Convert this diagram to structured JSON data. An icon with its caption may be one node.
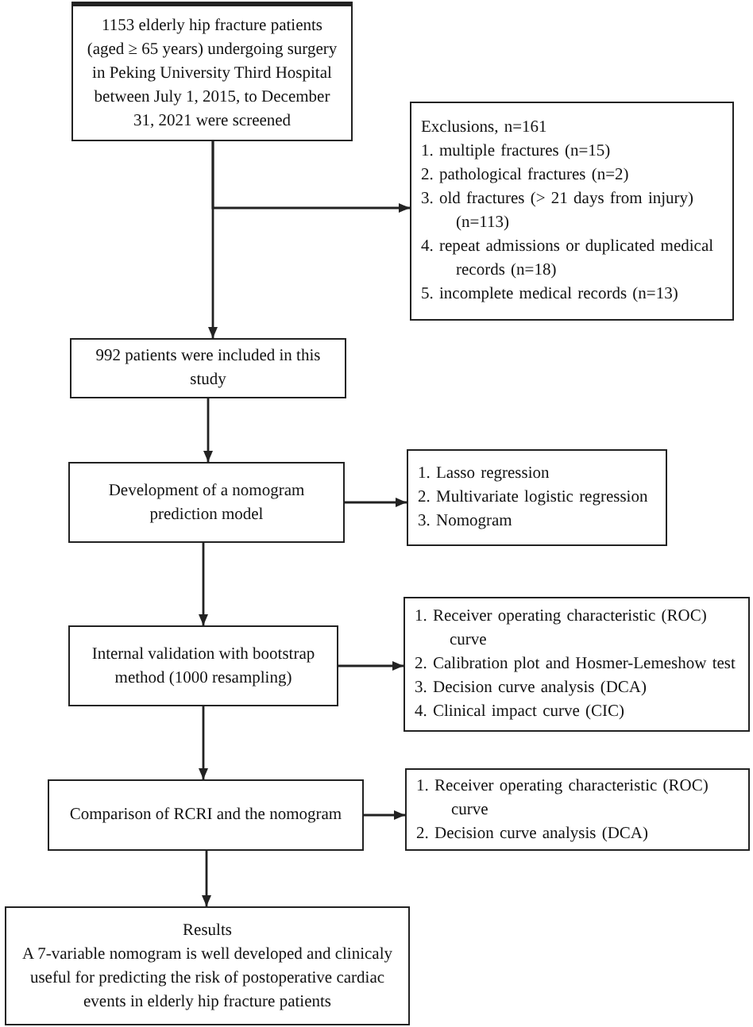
{
  "diagram": {
    "nodes": [
      {
        "text": [
          "1153 elderly hip fracture patients (aged ≥ 65 years) undergoing surgery in Peking University Third Hospital between July 1, 2015, to December 31, 2021 were screened"
        ]
      },
      {
        "text": [
          "Exclusions, n=161",
          "1. multiple fractures (n=15)",
          "2. pathological fractures (n=2)",
          "3. old fractures (> 21 days from injury) (n=113)",
          "4. repeat admissions or duplicated medical records (n=18)",
          "5. incomplete medical records (n=13)"
        ]
      },
      {
        "text": [
          "992 patients were included in this study"
        ]
      },
      {
        "text": [
          "Development of a nomogram prediction model"
        ]
      },
      {
        "text": [
          "1. Lasso regression",
          "2. Multivariate logistic regression",
          "3. Nomogram"
        ]
      },
      {
        "text": [
          "Internal validation with bootstrap method (1000 resampling)"
        ]
      },
      {
        "text": [
          "1. Receiver operating characteristic (ROC) curve",
          "2. Calibration plot and Hosmer-Lemeshow test",
          "3. Decision curve analysis (DCA)",
          "4. Clinical impact curve (CIC)"
        ]
      },
      {
        "text": [
          "Comparison of RCRI and the nomogram"
        ]
      },
      {
        "text": [
          "1. Receiver operating characteristic (ROC) curve",
          "2. Decision curve analysis (DCA)"
        ]
      },
      {
        "text": [
          "Results",
          "A 7-variable nomogram is well developed and clinicaly useful for predicting the risk of postoperative cardiac events in elderly hip fracture patients"
        ]
      }
    ],
    "edges": [
      {
        "from": 0,
        "to": 2,
        "arrow": "to"
      },
      {
        "from": 0,
        "to": 1,
        "arrow": "to"
      },
      {
        "from": 2,
        "to": 3,
        "arrow": "to"
      },
      {
        "from": 3,
        "to": 4,
        "arrow": "to"
      },
      {
        "from": 3,
        "to": 5,
        "arrow": "to"
      },
      {
        "from": 5,
        "to": 6,
        "arrow": "to"
      },
      {
        "from": 5,
        "to": 7,
        "arrow": "to"
      },
      {
        "from": 7,
        "to": 8,
        "arrow": "to"
      },
      {
        "from": 7,
        "to": 9,
        "arrow": "to"
      }
    ]
  }
}
